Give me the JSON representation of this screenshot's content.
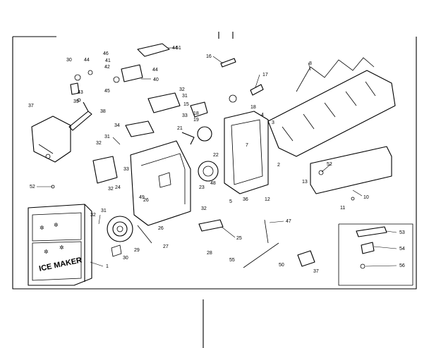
{
  "diagram": {
    "box_label": "ICE MAKER",
    "parts": [
      {
        "id": "p1",
        "label": "1"
      },
      {
        "id": "p2",
        "label": "2"
      },
      {
        "id": "p3",
        "label": "3"
      },
      {
        "id": "p4",
        "label": "4"
      },
      {
        "id": "p5",
        "label": "5"
      },
      {
        "id": "p7",
        "label": "7"
      },
      {
        "id": "p8",
        "label": "8"
      },
      {
        "id": "p10",
        "label": "10"
      },
      {
        "id": "p11",
        "label": "11"
      },
      {
        "id": "p12",
        "label": "12"
      },
      {
        "id": "p13",
        "label": "13"
      },
      {
        "id": "p15",
        "label": "15"
      },
      {
        "id": "p16",
        "label": "16"
      },
      {
        "id": "p17",
        "label": "17"
      },
      {
        "id": "p18",
        "label": "18"
      },
      {
        "id": "p18b",
        "label": "18"
      },
      {
        "id": "p19",
        "label": "19"
      },
      {
        "id": "p21",
        "label": "21"
      },
      {
        "id": "p22",
        "label": "22"
      },
      {
        "id": "p23",
        "label": "23"
      },
      {
        "id": "p24",
        "label": "24"
      },
      {
        "id": "p25",
        "label": "25"
      },
      {
        "id": "p26",
        "label": "26"
      },
      {
        "id": "p26b",
        "label": "26"
      },
      {
        "id": "p27",
        "label": "27"
      },
      {
        "id": "p28",
        "label": "28"
      },
      {
        "id": "p29",
        "label": "29"
      },
      {
        "id": "p30",
        "label": "30"
      },
      {
        "id": "p30b",
        "label": "30"
      },
      {
        "id": "p31",
        "label": "31"
      },
      {
        "id": "p31b",
        "label": "31"
      },
      {
        "id": "p31c",
        "label": "31"
      },
      {
        "id": "p32",
        "label": "32"
      },
      {
        "id": "p32b",
        "label": "32"
      },
      {
        "id": "p32c",
        "label": "32"
      },
      {
        "id": "p32d",
        "label": "32"
      },
      {
        "id": "p32e",
        "label": "32"
      },
      {
        "id": "p33",
        "label": "33"
      },
      {
        "id": "p33b",
        "label": "33"
      },
      {
        "id": "p34",
        "label": "34"
      },
      {
        "id": "p36",
        "label": "36"
      },
      {
        "id": "p37",
        "label": "37"
      },
      {
        "id": "p37b",
        "label": "37"
      },
      {
        "id": "p38",
        "label": "38"
      },
      {
        "id": "p39",
        "label": "39"
      },
      {
        "id": "p40",
        "label": "40"
      },
      {
        "id": "p41",
        "label": "41"
      },
      {
        "id": "p42",
        "label": "42"
      },
      {
        "id": "p43",
        "label": "43"
      },
      {
        "id": "p44",
        "label": "44"
      },
      {
        "id": "p44b",
        "label": "44"
      },
      {
        "id": "p44c",
        "label": "44"
      },
      {
        "id": "p45",
        "label": "45"
      },
      {
        "id": "p46",
        "label": "46"
      },
      {
        "id": "p47",
        "label": "47"
      },
      {
        "id": "p48",
        "label": "48"
      },
      {
        "id": "p49",
        "label": "49"
      },
      {
        "id": "p50",
        "label": "50"
      },
      {
        "id": "p51",
        "label": "51"
      },
      {
        "id": "p52",
        "label": "52"
      },
      {
        "id": "p52b",
        "label": "52"
      },
      {
        "id": "p53",
        "label": "53"
      },
      {
        "id": "p54",
        "label": "54"
      },
      {
        "id": "p55",
        "label": "55"
      },
      {
        "id": "p56",
        "label": "56"
      }
    ]
  }
}
